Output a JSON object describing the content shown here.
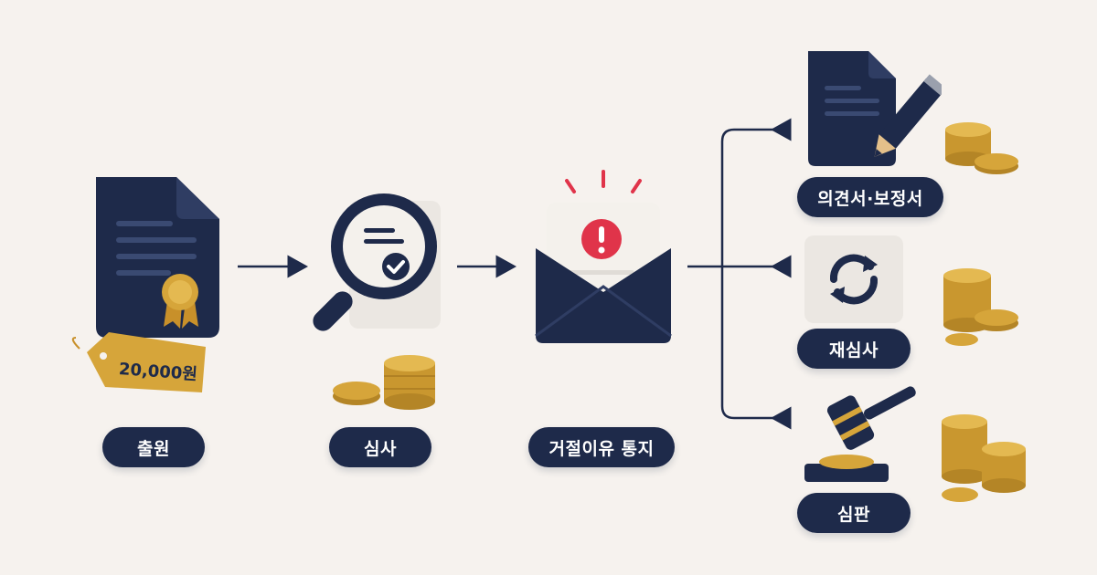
{
  "colors": {
    "background": "#f6f2ee",
    "navy": "#1e2a4a",
    "gold": "#d6a53a",
    "alert_red": "#e0344a",
    "paper": "#f1eeea"
  },
  "steps": [
    {
      "label": "출원",
      "icon": "document-with-seal-icon",
      "price_tag": "20,000원"
    },
    {
      "label": "심사",
      "icon": "magnifier-check-icon"
    },
    {
      "label": "거절이유 통지",
      "icon": "envelope-alert-icon"
    }
  ],
  "branches": [
    {
      "label": "의견서·보정서",
      "icon": "document-pencil-icon"
    },
    {
      "label": "재심사",
      "icon": "refresh-icon"
    },
    {
      "label": "심판",
      "icon": "gavel-icon"
    }
  ]
}
